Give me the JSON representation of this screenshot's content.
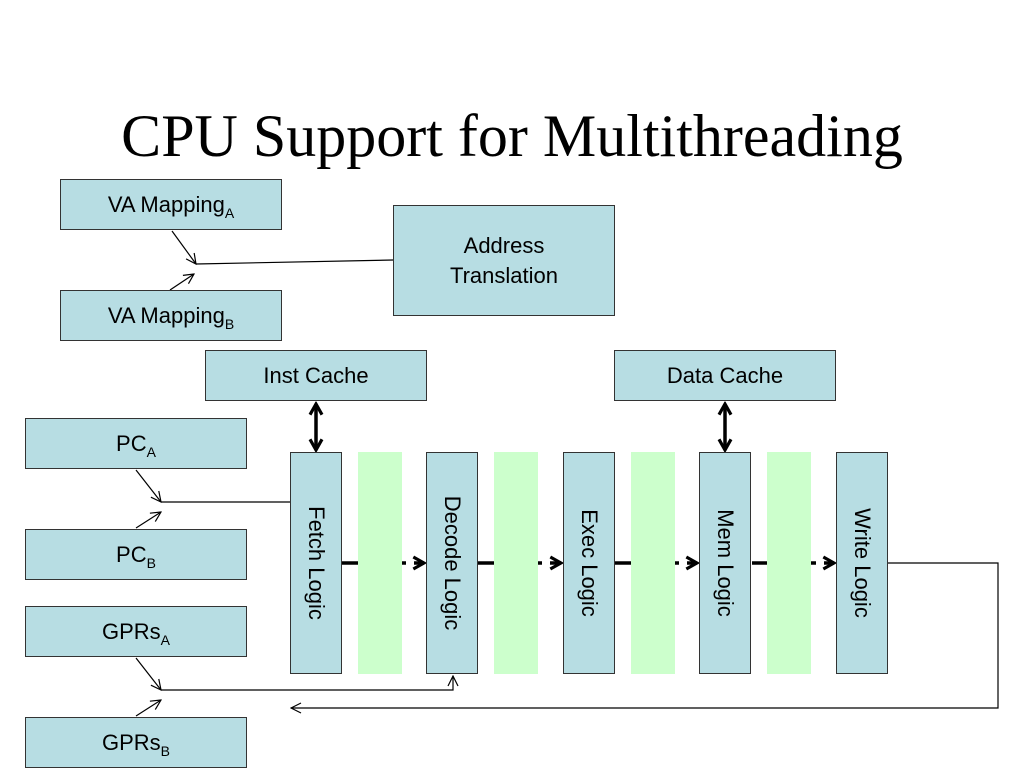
{
  "title": "CPU Support for Multithreading",
  "boxes": {
    "va_a": {
      "label": "VA Mapping",
      "sub": "A"
    },
    "va_b": {
      "label": "VA Mapping",
      "sub": "B"
    },
    "addr_line1": "Address",
    "addr_line2": "Translation",
    "inst_cache": "Inst Cache",
    "data_cache": "Data Cache",
    "pc_a": {
      "label": "PC",
      "sub": "A"
    },
    "pc_b": {
      "label": "PC",
      "sub": "B"
    },
    "gprs_a": {
      "label": "GPRs",
      "sub": "A"
    },
    "gprs_b": {
      "label": "GPRs",
      "sub": "B"
    }
  },
  "stages": [
    "Fetch Logic",
    "Decode Logic",
    "Exec Logic",
    "Mem Logic",
    "Write Logic"
  ],
  "colors": {
    "box_fill": "#b7dde3",
    "latch_fill": "#ccffcc",
    "line": "#000000"
  }
}
